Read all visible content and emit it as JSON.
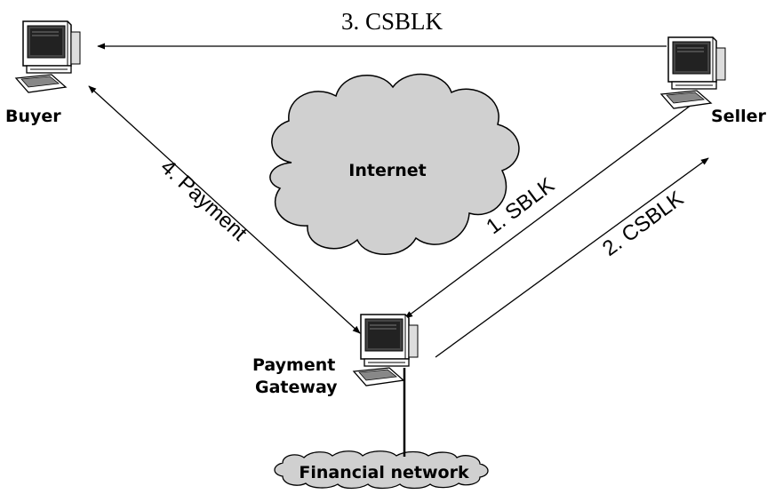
{
  "nodes": {
    "buyer": {
      "label": "Buyer",
      "icon": "computer-icon"
    },
    "seller": {
      "label": "Seller",
      "icon": "computer-icon"
    },
    "gateway": {
      "label_line1": "Payment",
      "label_line2": "Gateway",
      "icon": "computer-icon"
    }
  },
  "clouds": {
    "internet": {
      "label": "Internet",
      "icon": "cloud-icon",
      "fill": "#d0d0d0"
    },
    "financial": {
      "label": "Financial network",
      "icon": "cloud-icon",
      "fill": "#d0d0d0"
    }
  },
  "edges": {
    "e1": {
      "label": "1. SBLK"
    },
    "e2": {
      "label": "2. CSBLK"
    },
    "e3": {
      "label": "3. CSBLK"
    },
    "e4": {
      "label": "4. Payment"
    }
  }
}
